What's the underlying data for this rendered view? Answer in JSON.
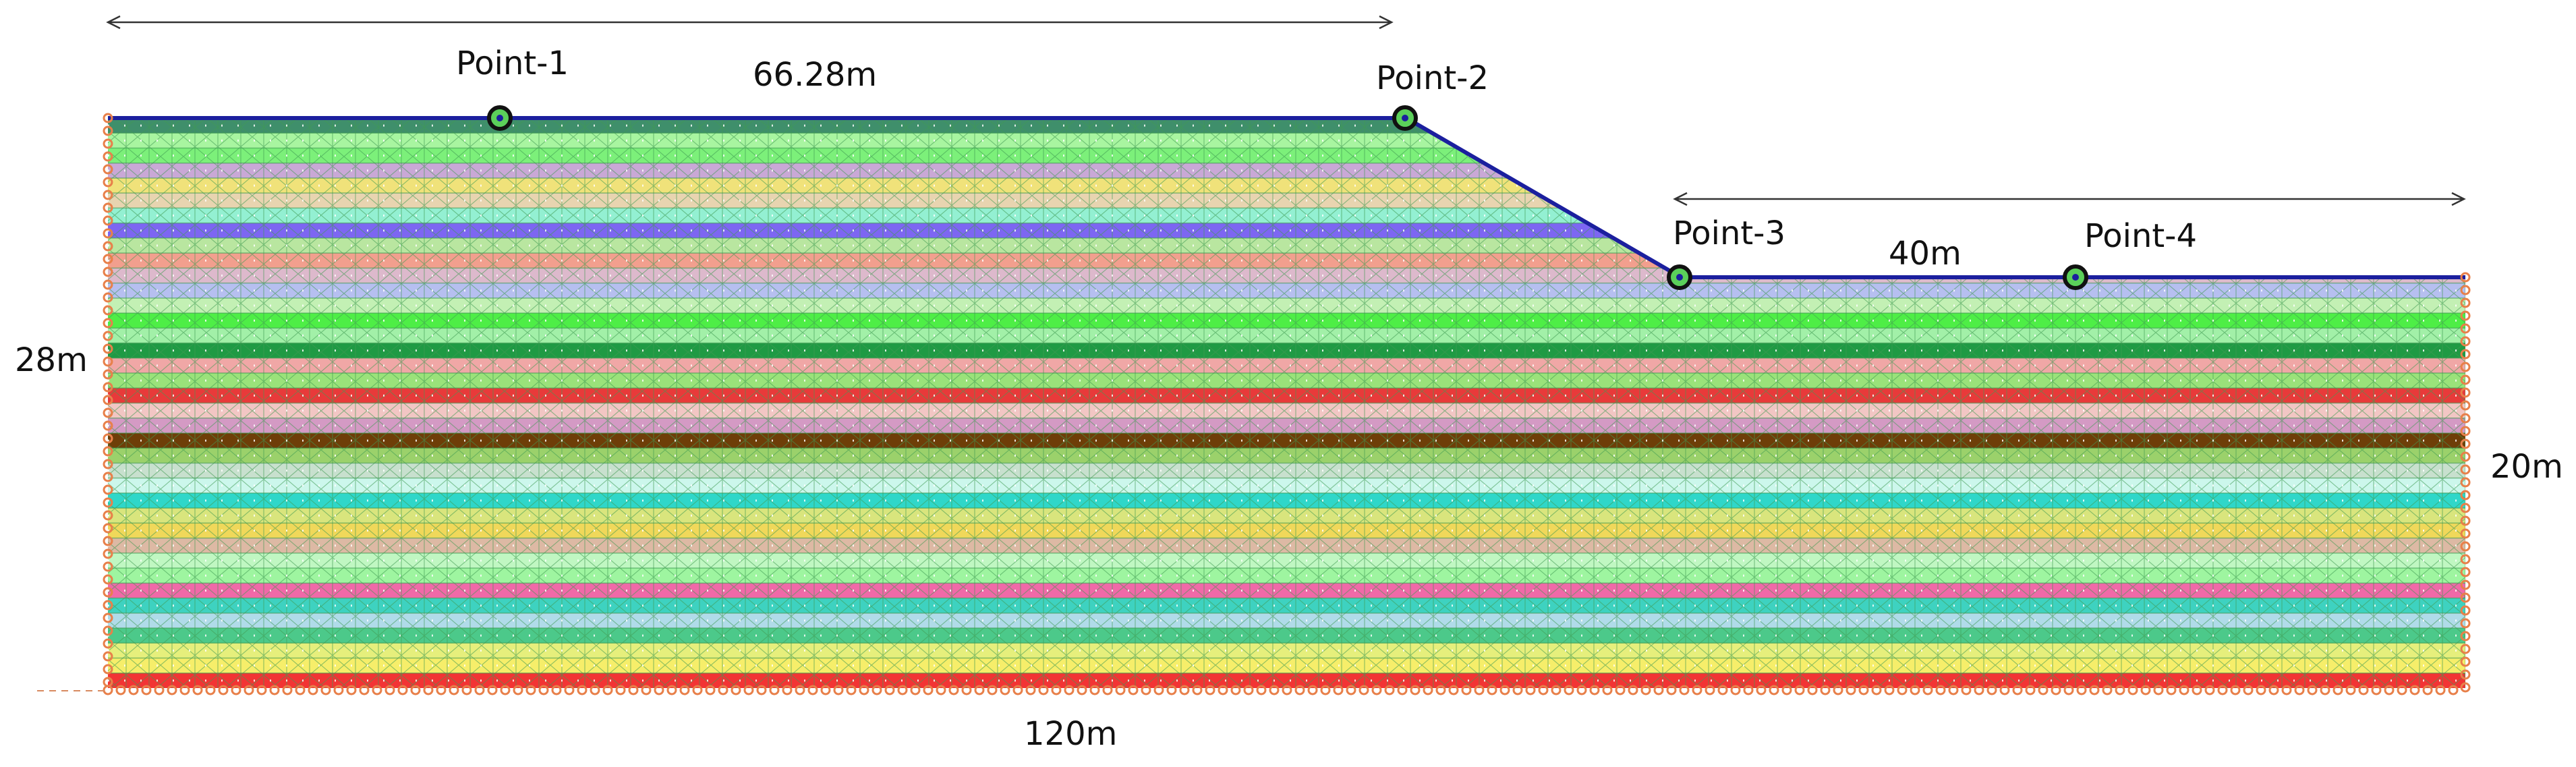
{
  "labels": {
    "point1": "Point-1",
    "point2": "Point-2",
    "point3": "Point-3",
    "point4": "Point-4",
    "dim_top_crest": "66.28m",
    "dim_toe": "40m",
    "dim_left_height": "28m",
    "dim_right_height": "20m",
    "dim_base_width": "120m"
  },
  "layer_colors": [
    "#3f8f6b",
    "#a8f5a0",
    "#7cf07a",
    "#c9a8d6",
    "#f0e27a",
    "#e8d4b0",
    "#93f0d2",
    "#7d66f2",
    "#b9e6a0",
    "#f29f8e",
    "#ddb9cc",
    "#b6bff0",
    "#c3f0b4",
    "#4eee46",
    "#a2f0a8",
    "#1f9a44",
    "#f0a7a6",
    "#9ae27a",
    "#e83a3a",
    "#f2c6c4",
    "#d49ac4",
    "#6e3e08",
    "#9bd16b",
    "#c8e0ce",
    "#ccf7ec",
    "#2fd7c9",
    "#d9e57d",
    "#f0d85a",
    "#ddb9a4",
    "#c0f7c2",
    "#9ef5a0",
    "#f069a8",
    "#3ed2c0",
    "#b0dbe9",
    "#4cc98a",
    "#e6ef7c",
    "#f6ee6a",
    "#f23434"
  ],
  "colors": {
    "mesh": "#3f9a52",
    "surface": "#1b1f9e",
    "support": "#e8804a",
    "marker": "#111111",
    "dimension": "#333333"
  }
}
